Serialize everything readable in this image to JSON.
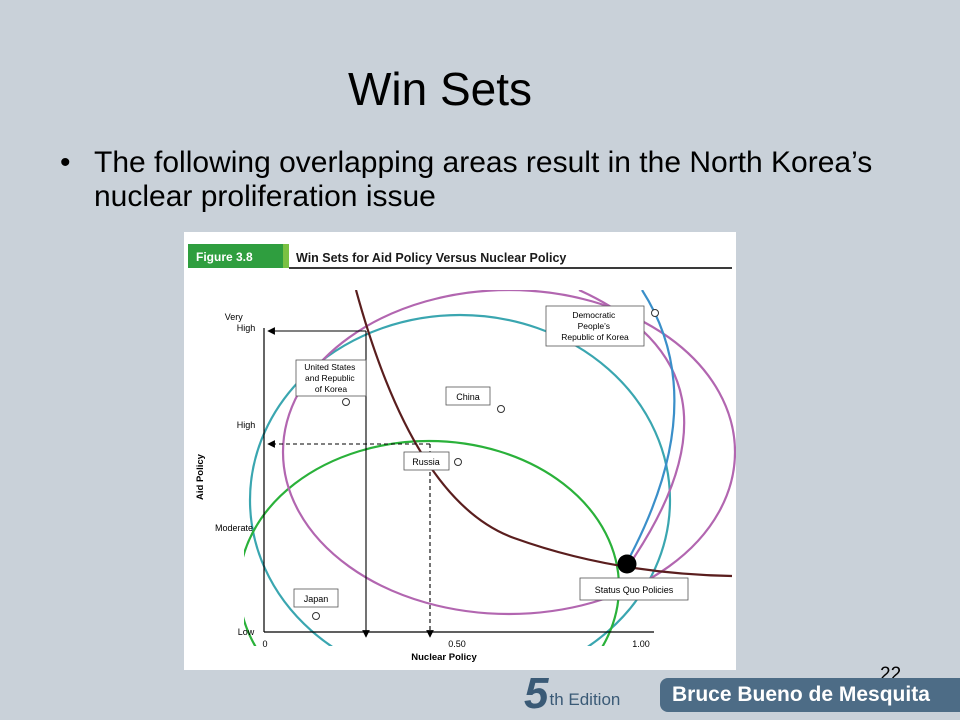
{
  "slide": {
    "title": "Win Sets",
    "bullet": "The following overlapping areas result in the North Korea’s nuclear proliferation issue",
    "bullet_marker": "•",
    "page_number": "22"
  },
  "figure": {
    "tag": "Figure 3.8",
    "caption": "Win Sets for Aid Policy Versus Nuclear Policy",
    "y_axis_label": "Aid Policy",
    "x_axis_label": "Nuclear Policy",
    "y_ticks": [
      "Very High",
      "High",
      "Moderate",
      "Low"
    ],
    "x_ticks": [
      "0",
      "0.50",
      "1.00"
    ],
    "actors": {
      "dprk": "Democratic People’s Republic of Korea",
      "us_rok": "United States and Republic of Korea",
      "china": "China",
      "russia": "Russia",
      "japan": "Japan",
      "status_quo": "Status Quo Policies"
    },
    "colors": {
      "header_green": "#2f9e3f",
      "circle_teal": "#3aa6b0",
      "circle_green": "#2ab13a",
      "circle_magenta": "#b266b0",
      "curve_brown": "#5a1e1e",
      "curve_blue": "#3a8fc9"
    }
  },
  "branding": {
    "edition_number": "5",
    "edition_text": "th Edition",
    "author": "Bruce Bueno de Mesquita"
  }
}
